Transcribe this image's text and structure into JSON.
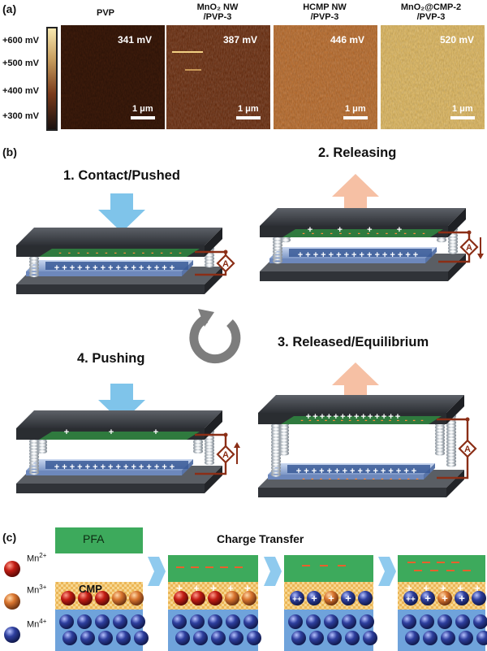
{
  "panel_a": {
    "letter": "(a)",
    "colorbar_ticks": [
      "+600 mV",
      "+500 mV",
      "+400 mV",
      "+300 mV"
    ],
    "colorbar_colors": [
      "#f7e8b0",
      "#c9a060",
      "#7a3a1a",
      "#1a1210"
    ],
    "images": [
      {
        "title_line1": "PVP",
        "title_line2": "",
        "potential": "341 mV",
        "scale": "1 μm",
        "tone": "#3e1c0c"
      },
      {
        "title_line1": "MnO₂ NW",
        "title_line2": "/PVP-3",
        "potential": "387 mV",
        "scale": "1 μm",
        "tone": "#6a2e10"
      },
      {
        "title_line1": "HCMP NW",
        "title_line2": "/PVP-3",
        "potential": "446 mV",
        "scale": "1 μm",
        "tone": "#b56a2c"
      },
      {
        "title_line1": "MnO₂@CMP-2",
        "title_line2": "/PVP-3",
        "potential": "520 mV",
        "scale": "1 μm",
        "tone": "#d8b25c"
      }
    ]
  },
  "panel_b": {
    "letter": "(b)",
    "steps": [
      {
        "label": "1. Contact/Pushed",
        "arrow": "down"
      },
      {
        "label": "2. Releasing",
        "arrow": "up"
      },
      {
        "label": "3. Released/Equilibrium",
        "arrow": "up"
      },
      {
        "label": "4. Pushing",
        "arrow": "down"
      }
    ],
    "ammeter_symbol": "A",
    "colors": {
      "push_arrow": "#7fc4ea",
      "release_arrow": "#f6c0a4",
      "circuit": "#8b2e16",
      "plate": "#3a3d42",
      "electrode": "#3a5a98",
      "cycle": "#7d7d7d"
    }
  },
  "panel_c": {
    "letter": "(c)",
    "pfa_label": "PFA",
    "cmp_label": "CMP",
    "charge_transfer_label": "Charge Transfer",
    "ions": [
      {
        "name": "Mn",
        "charge": "2+",
        "color": "#c21d14"
      },
      {
        "name": "Mn",
        "charge": "3+",
        "color": "#d8742e"
      },
      {
        "name": "Mn",
        "charge": "4+",
        "color": "#2e3f9e"
      }
    ],
    "colors": {
      "pfa": "#3daa5c",
      "cmp": "#f3c063",
      "base": "#6fa3db",
      "flow_arrow": "#8fcaee",
      "charge": "#e8602c"
    }
  }
}
